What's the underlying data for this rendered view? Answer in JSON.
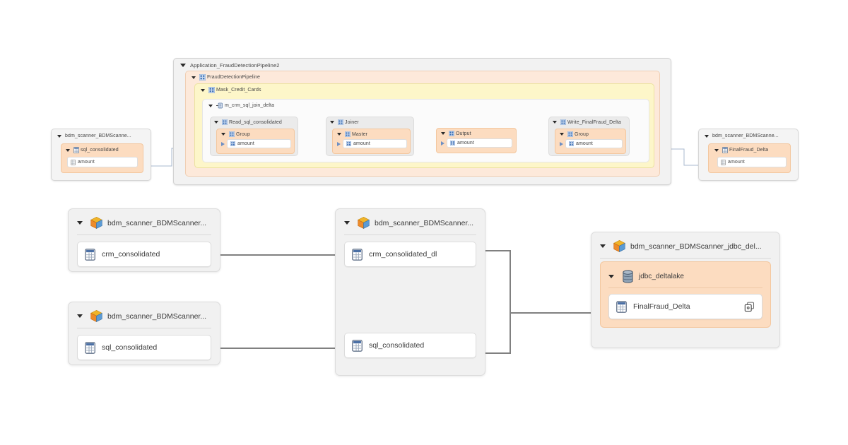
{
  "lineage": {
    "application": {
      "label": "Application_FraudDetectionPipeline2",
      "pipeline": {
        "label": "FraudDetectionPipeline",
        "mapping_group": {
          "label": "Mask_Credit_Cards",
          "mapping": {
            "label": "m_crm_sql_join_delta",
            "transformations": [
              {
                "label": "Read_sql_consolidated",
                "group_label": "Group",
                "field_label": "amount"
              },
              {
                "label": "Joiner",
                "group_label": "Master",
                "field_label": "amount"
              },
              {
                "label": "Output",
                "field_label": "amount"
              },
              {
                "label": "Write_FinalFraud_Delta",
                "group_label": "Group",
                "field_label": "amount"
              }
            ]
          }
        }
      }
    },
    "source_stub": {
      "label": "bdm_scanner_BDMScanne...",
      "table_label": "sql_consolidated",
      "field_label": "amount"
    },
    "target_stub": {
      "label": "bdm_scanner_BDMScanne...",
      "table_label": "FinalFraud_Delta",
      "field_label": "amount"
    }
  },
  "graph": {
    "nodes": [
      {
        "id": "src-crm",
        "resource_label": "bdm_scanner_BDMScanner...",
        "icon": "cube-icon",
        "tables": [
          {
            "label": "crm_consolidated",
            "icon": "table-icon"
          }
        ]
      },
      {
        "id": "src-sql",
        "resource_label": "bdm_scanner_BDMScanner...",
        "icon": "cube-icon",
        "tables": [
          {
            "label": "sql_consolidated",
            "icon": "table-icon"
          }
        ]
      },
      {
        "id": "mid",
        "resource_label": "bdm_scanner_BDMScanner...",
        "icon": "cube-icon",
        "tables": [
          {
            "label": "crm_consolidated_dl",
            "icon": "table-icon"
          },
          {
            "label": "sql_consolidated",
            "icon": "table-icon"
          }
        ]
      },
      {
        "id": "tgt",
        "resource_label": "bdm_scanner_BDMScanner_jdbc_del...",
        "icon": "cube-icon",
        "schema": {
          "label": "jdbc_deltalake",
          "icon": "database-icon",
          "tables": [
            {
              "label": "FinalFraud_Delta",
              "icon": "table-icon",
              "action_icon": "copy-icon"
            }
          ]
        }
      }
    ]
  },
  "colors": {
    "canvas": "#ffffff",
    "card_gray": "#f1f1f1",
    "peach": "#fcdcc0",
    "peach_border": "#f3c79f",
    "yellow": "#fdf6c9",
    "pipeline_peach": "#fde9da",
    "wire": "#808080",
    "thin_wire": "#a8b8cf",
    "cube_yellow": "#f5b923",
    "cube_blue": "#5b9bd5",
    "cube_orange": "#ed8b2b"
  }
}
